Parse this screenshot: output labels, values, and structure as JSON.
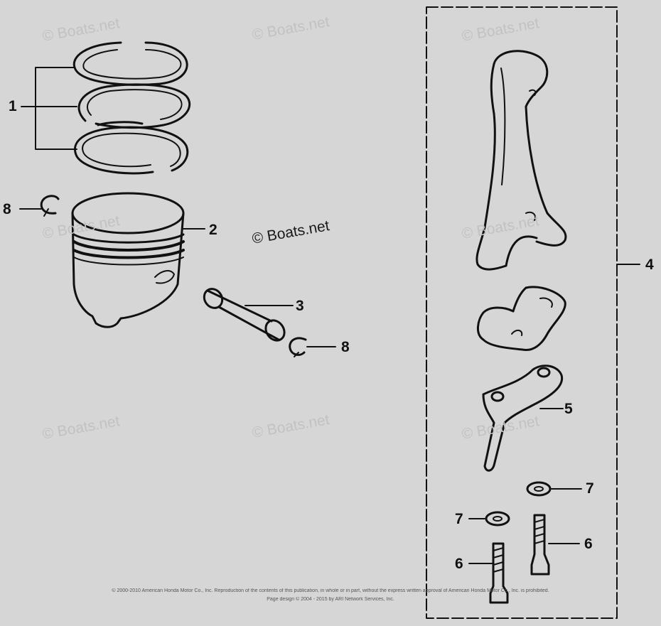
{
  "diagram": {
    "background": "#d6d6d6",
    "ink": "#111111",
    "callouts": {
      "piston_rings": "1",
      "piston": "2",
      "piston_pin": "3",
      "connecting_rod_assembly": "4",
      "oil_dipper": "5",
      "bolt_a": "6",
      "bolt_b": "6",
      "washer_a": "7",
      "washer_b": "7",
      "clip_a": "8",
      "clip_b": "8"
    },
    "watermark_main": "© Boats.net",
    "watermark_faint": "© Boats.net",
    "footer": {
      "line1": "© 2000-2010 American Honda Motor Co., Inc. Reproduction of the contents of this publication, in whole or in part, without the express written approval of American Honda Motor Co., Inc. is prohibited.",
      "line2": "Page design © 2004 - 2015 by ARI Network Services, Inc."
    }
  }
}
